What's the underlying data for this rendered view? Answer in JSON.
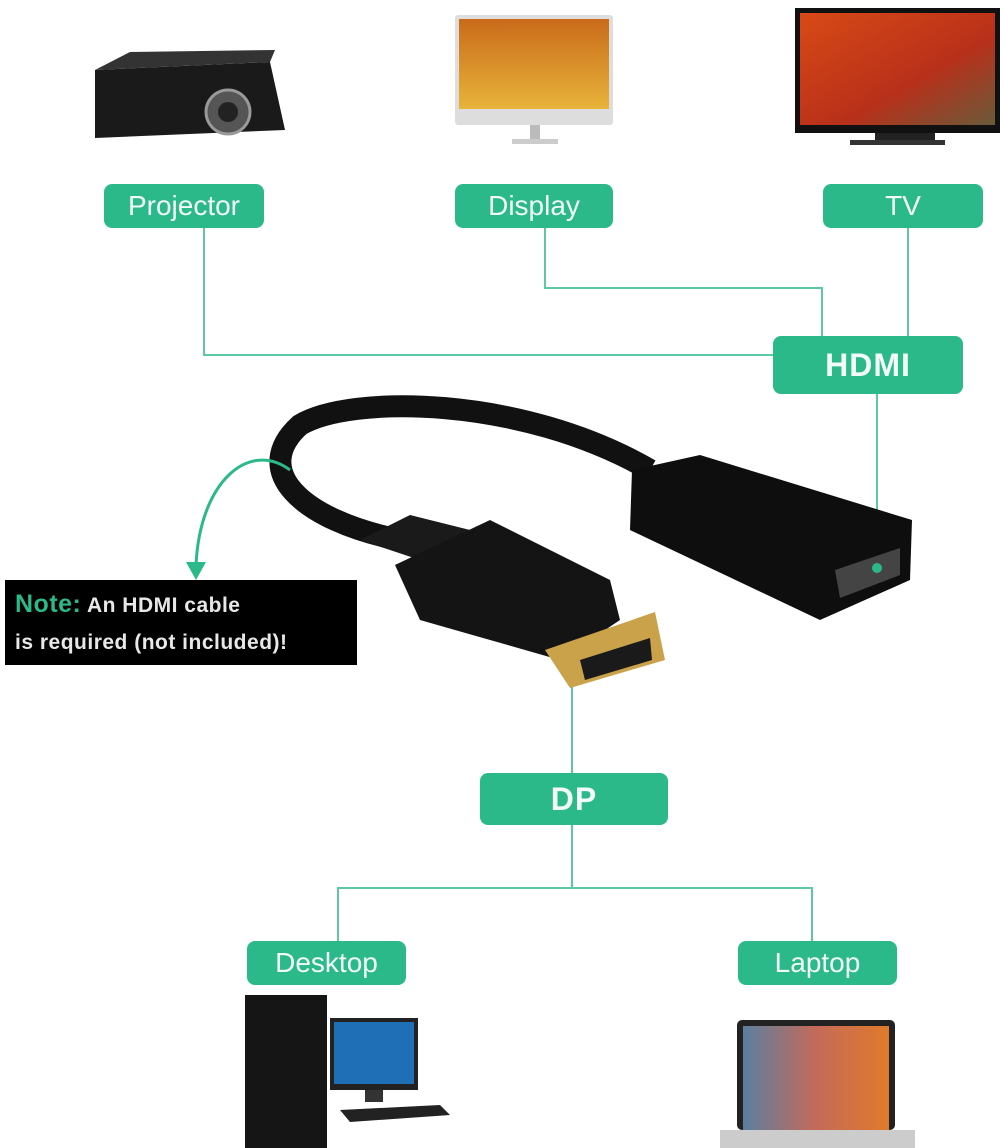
{
  "labels": {
    "projector": "Projector",
    "display": "Display",
    "tv": "TV",
    "hdmi": "HDMI",
    "dp": "DP",
    "desktop": "Desktop",
    "laptop": "Laptop"
  },
  "note": {
    "prefix": "Note:",
    "line1": "An HDMI cable",
    "line2": "is required (not included)!"
  },
  "colors": {
    "accent": "#2bb98a",
    "note_bg": "#000000"
  }
}
